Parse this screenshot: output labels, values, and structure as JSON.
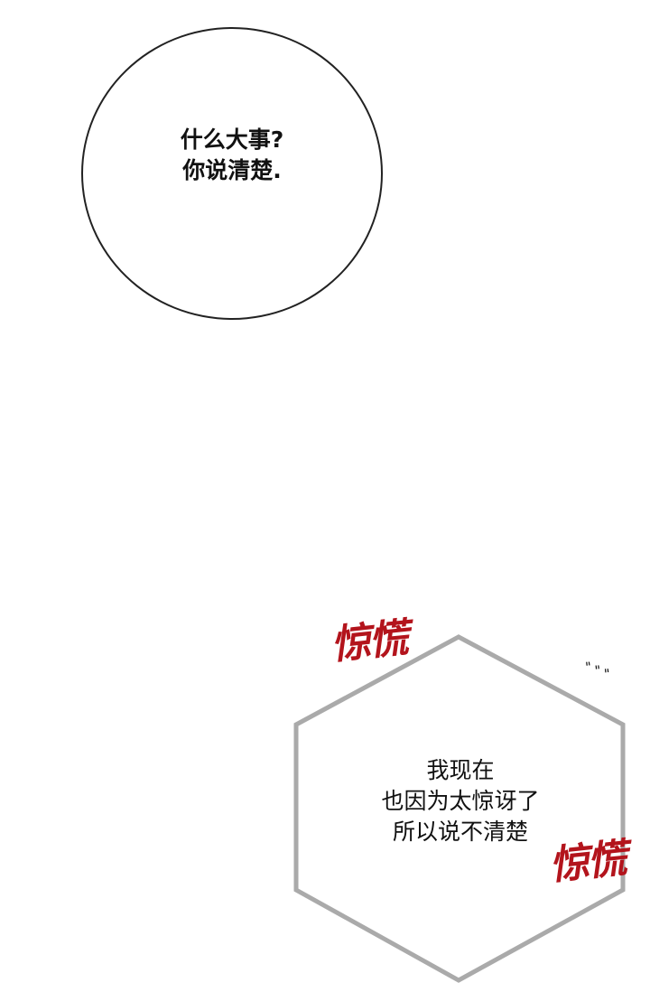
{
  "panel1": {
    "speech_lines": [
      "什么大事?",
      "你说清楚."
    ]
  },
  "panel2": {
    "speech_lines": [
      "我现在",
      "也因为太惊讶了",
      "所以说不清楚"
    ],
    "sfx": [
      "惊慌",
      "惊慌"
    ],
    "sfx_color": "#b3141c",
    "sweat_drops": "ﾞﾞﾞ"
  }
}
